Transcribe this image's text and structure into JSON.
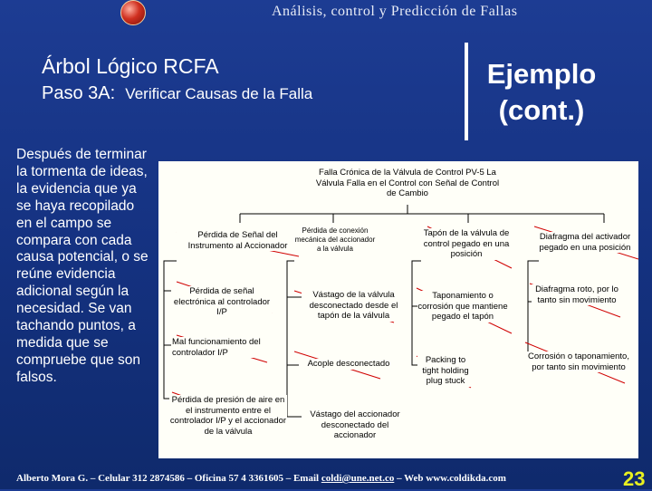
{
  "header": {
    "title": "Análisis, control y Predicción de Fallas"
  },
  "title": {
    "main": "Árbol Lógico RCFA",
    "step": "Paso 3A:",
    "step_desc": "Verificar Causas de la Falla",
    "example": "Ejemplo",
    "example_cont": "(cont.)"
  },
  "body_text": "Después de terminar la tormenta de ideas, la evidencia que ya se haya recopilado en el campo se compara con cada causa potencial, o se reúne evidencia adicional según la necesidad. Se van tachando puntos, a medida que se compruebe que son falsos.",
  "tree": {
    "root": "Falla Crónica de la Válvula de Control PV-5 La Válvula Falla en el Control con Señal de Control de Cambio",
    "n1": "Pérdida de Señal del Instrumento al Accionador",
    "n2": "Pérdida de conexión mecánica del accionador a la válvula",
    "n3": "Tapón de la válvula de control pegado en una posición",
    "n4": "Diafragma del activador pegado en una posición",
    "n1a": "Pérdida de señal electrónica al controlador I/P",
    "n1b": "Mal funcionamiento del controlador I/P",
    "n1c": "Pérdida de presión de aire en el instrumento entre el controlador I/P y el accionador de la válvula",
    "n2a": "Vástago de la válvula desconectado desde el tapón de la válvula",
    "n2b": "Acople desconectado",
    "n2c": "Vástago del accionador desconectado del accionador",
    "n3a": "Taponamiento o corrosión que mantiene pegado el tapón",
    "n3b": "Packing to tight holding plug stuck",
    "n4a": "Diafragma roto, por lo tanto sin movimiento",
    "n4b": "Corrosión o taponamiento, por tanto sin movimiento"
  },
  "footer": {
    "author": "Alberto Mora G. – Celular 312 2874586 – Oficina 57 4 3361605 – Email",
    "email": "coldi@une.net.co",
    "web": "– Web www.coldikda.com",
    "page_number": "23"
  }
}
